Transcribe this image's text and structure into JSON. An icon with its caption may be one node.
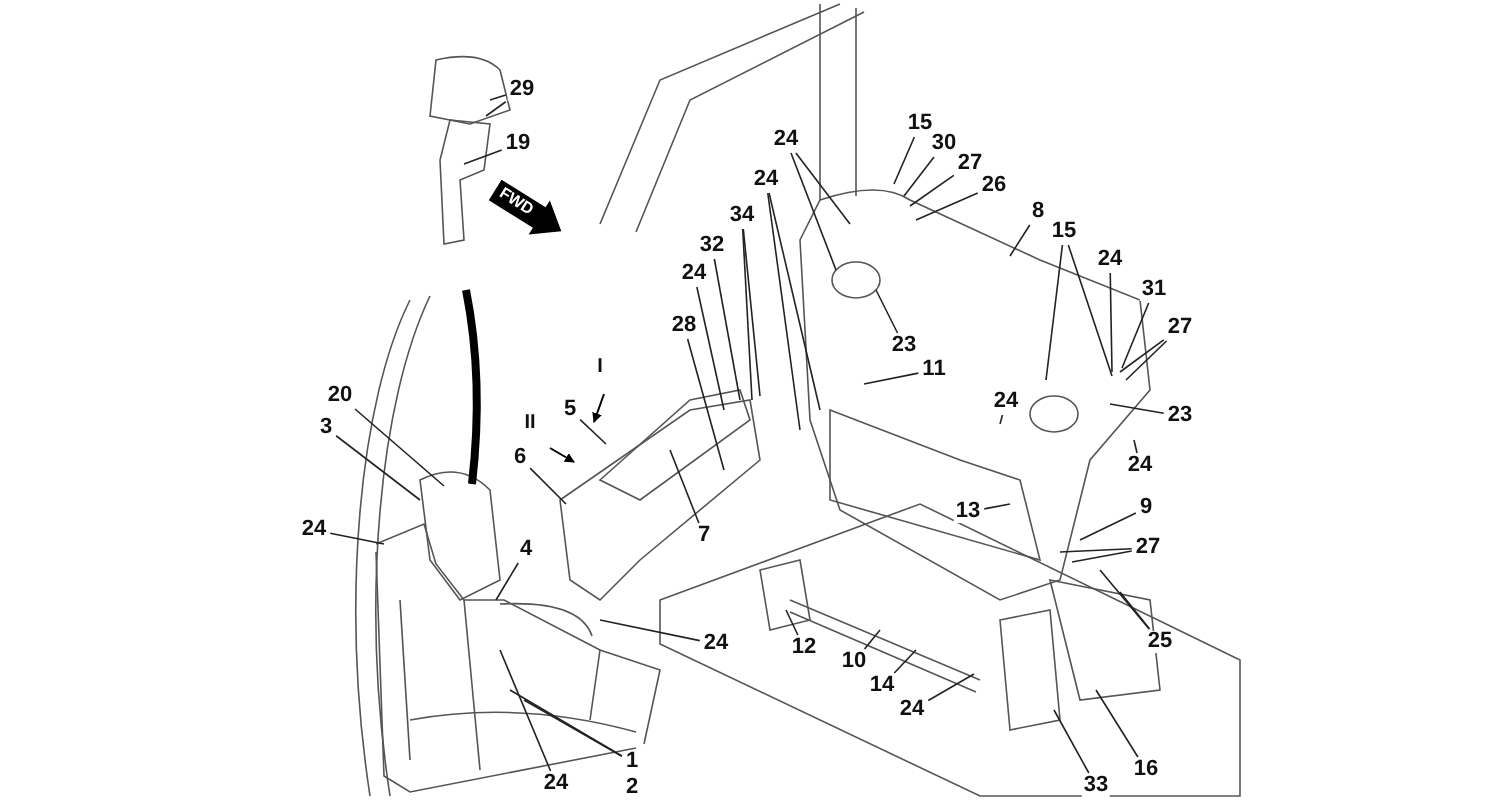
{
  "diagram": {
    "nodes": [
      {
        "text": [
          "29"
        ]
      },
      {
        "text": [
          "19"
        ]
      },
      {
        "text": [
          "15"
        ]
      },
      {
        "text": [
          "24"
        ]
      },
      {
        "text": [
          "30"
        ]
      },
      {
        "text": [
          "27"
        ]
      },
      {
        "text": [
          "24"
        ]
      },
      {
        "text": [
          "26"
        ]
      },
      {
        "text": [
          "8"
        ]
      },
      {
        "text": [
          "34"
        ]
      },
      {
        "text": [
          "15"
        ]
      },
      {
        "text": [
          "32"
        ]
      },
      {
        "text": [
          "24"
        ]
      },
      {
        "text": [
          "24"
        ]
      },
      {
        "text": [
          "31"
        ]
      },
      {
        "text": [
          "28"
        ]
      },
      {
        "text": [
          "27"
        ]
      },
      {
        "text": [
          "23"
        ]
      },
      {
        "text": [
          "11"
        ]
      },
      {
        "text": [
          "20"
        ]
      },
      {
        "text": [
          "24"
        ]
      },
      {
        "text": [
          "5"
        ]
      },
      {
        "text": [
          "23"
        ]
      },
      {
        "text": [
          "3"
        ]
      },
      {
        "text": [
          "6"
        ]
      },
      {
        "text": [
          "24"
        ]
      },
      {
        "text": [
          "13"
        ]
      },
      {
        "text": [
          "9"
        ]
      },
      {
        "text": [
          "24"
        ]
      },
      {
        "text": [
          "7"
        ]
      },
      {
        "text": [
          "27"
        ]
      },
      {
        "text": [
          "4"
        ]
      },
      {
        "text": [
          "25"
        ]
      },
      {
        "text": [
          "24"
        ]
      },
      {
        "text": [
          "12"
        ]
      },
      {
        "text": [
          "10"
        ]
      },
      {
        "text": [
          "14"
        ]
      },
      {
        "text": [
          "24"
        ]
      },
      {
        "text": [
          "1"
        ]
      },
      {
        "text": [
          "16"
        ]
      },
      {
        "text": [
          "24"
        ]
      },
      {
        "text": [
          "2"
        ]
      },
      {
        "text": [
          "33"
        ]
      }
    ],
    "edges": [
      {
        "from": 0,
        "to": null,
        "arrow": "none"
      },
      {
        "from": 0,
        "to": null,
        "arrow": "none"
      },
      {
        "from": 1,
        "to": null,
        "arrow": "none"
      },
      {
        "from": 2,
        "to": null,
        "arrow": "none"
      },
      {
        "from": 3,
        "to": null,
        "arrow": "none"
      },
      {
        "from": 3,
        "to": null,
        "arrow": "none"
      },
      {
        "from": 4,
        "to": null,
        "arrow": "none"
      },
      {
        "from": 5,
        "to": null,
        "arrow": "none"
      },
      {
        "from": 6,
        "to": null,
        "arrow": "none"
      },
      {
        "from": 6,
        "to": null,
        "arrow": "none"
      },
      {
        "from": 7,
        "to": null,
        "arrow": "none"
      },
      {
        "from": 8,
        "to": null,
        "arrow": "none"
      },
      {
        "from": 9,
        "to": null,
        "arrow": "none"
      },
      {
        "from": 9,
        "to": null,
        "arrow": "none"
      },
      {
        "from": 10,
        "to": null,
        "arrow": "none"
      },
      {
        "from": 10,
        "to": null,
        "arrow": "none"
      },
      {
        "from": 11,
        "to": null,
        "arrow": "none"
      },
      {
        "from": 12,
        "to": null,
        "arrow": "none"
      },
      {
        "from": 13,
        "to": null,
        "arrow": "none"
      },
      {
        "from": 14,
        "to": null,
        "arrow": "none"
      },
      {
        "from": 15,
        "to": null,
        "arrow": "none"
      },
      {
        "from": 16,
        "to": null,
        "arrow": "none"
      },
      {
        "from": 16,
        "to": null,
        "arrow": "none"
      },
      {
        "from": 17,
        "to": null,
        "arrow": "none"
      },
      {
        "from": 18,
        "to": null,
        "arrow": "none"
      },
      {
        "from": 19,
        "to": null,
        "arrow": "none"
      },
      {
        "from": 20,
        "to": null,
        "arrow": "none"
      },
      {
        "from": 21,
        "to": null,
        "arrow": "none"
      },
      {
        "from": 22,
        "to": null,
        "arrow": "none"
      },
      {
        "from": 23,
        "to": null,
        "arrow": "none"
      },
      {
        "from": 24,
        "to": null,
        "arrow": "none"
      },
      {
        "from": 25,
        "to": null,
        "arrow": "none"
      },
      {
        "from": 26,
        "to": null,
        "arrow": "none"
      },
      {
        "from": 27,
        "to": null,
        "arrow": "none"
      },
      {
        "from": 28,
        "to": null,
        "arrow": "none"
      },
      {
        "from": 29,
        "to": null,
        "arrow": "none"
      },
      {
        "from": 30,
        "to": null,
        "arrow": "none"
      },
      {
        "from": 30,
        "to": null,
        "arrow": "none"
      },
      {
        "from": 31,
        "to": null,
        "arrow": "none"
      },
      {
        "from": 32,
        "to": null,
        "arrow": "none"
      },
      {
        "from": 32,
        "to": null,
        "arrow": "none"
      },
      {
        "from": 33,
        "to": null,
        "arrow": "none"
      },
      {
        "from": 34,
        "to": null,
        "arrow": "none"
      },
      {
        "from": 35,
        "to": null,
        "arrow": "none"
      },
      {
        "from": 36,
        "to": null,
        "arrow": "none"
      },
      {
        "from": 37,
        "to": null,
        "arrow": "none"
      },
      {
        "from": 38,
        "to": null,
        "arrow": "none"
      },
      {
        "from": 38,
        "to": null,
        "arrow": "none"
      },
      {
        "from": 39,
        "to": null,
        "arrow": "none"
      },
      {
        "from": 40,
        "to": null,
        "arrow": "none"
      },
      {
        "from": 42,
        "to": null,
        "arrow": "none"
      }
    ],
    "labels": [
      "FWD",
      "I",
      "II"
    ]
  }
}
